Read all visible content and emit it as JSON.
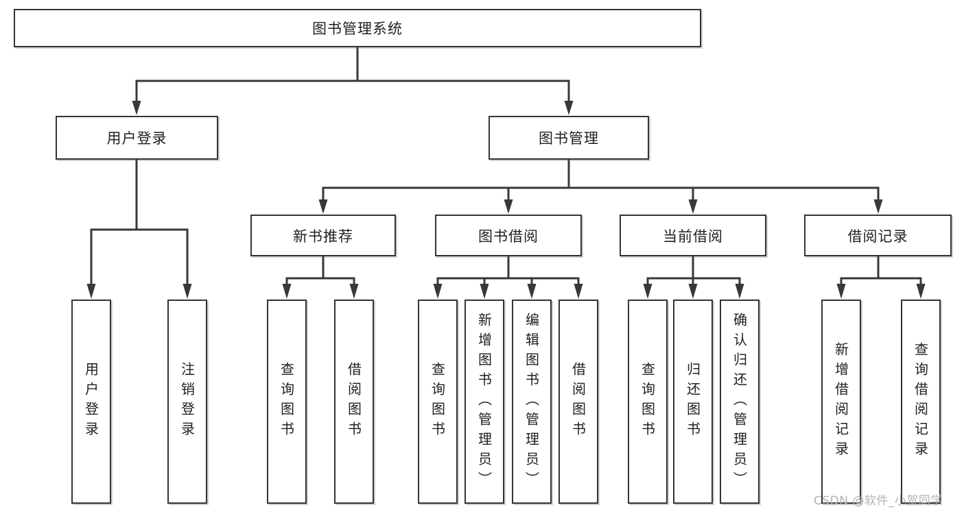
{
  "diagram_type": "feature-tree",
  "colors": {
    "line": "#383838",
    "box_border": "#333333",
    "text": "#1f1f1f",
    "watermark": "#b3b3b3",
    "background": "#ffffff"
  },
  "tree": {
    "label": "图书管理系统",
    "children": [
      {
        "label": "用户登录",
        "children": [
          {
            "label": "用户登录"
          },
          {
            "label": "注销登录"
          }
        ]
      },
      {
        "label": "图书管理",
        "children": [
          {
            "label": "新书推荐",
            "children": [
              {
                "label": "查询图书"
              },
              {
                "label": "借阅图书"
              }
            ]
          },
          {
            "label": "图书借阅",
            "children": [
              {
                "label": "查询图书"
              },
              {
                "label": "新增图书（管理员）"
              },
              {
                "label": "编辑图书（管理员）"
              },
              {
                "label": "借阅图书"
              }
            ]
          },
          {
            "label": "当前借阅",
            "children": [
              {
                "label": "查询图书"
              },
              {
                "label": "归还图书"
              },
              {
                "label": "确认归还（管理员）"
              }
            ]
          },
          {
            "label": "借阅记录",
            "children": [
              {
                "label": "新增借阅记录"
              },
              {
                "label": "查询借阅记录"
              }
            ]
          }
        ]
      }
    ]
  },
  "watermark": {
    "text": "CSDN @软件_小贺同学"
  }
}
